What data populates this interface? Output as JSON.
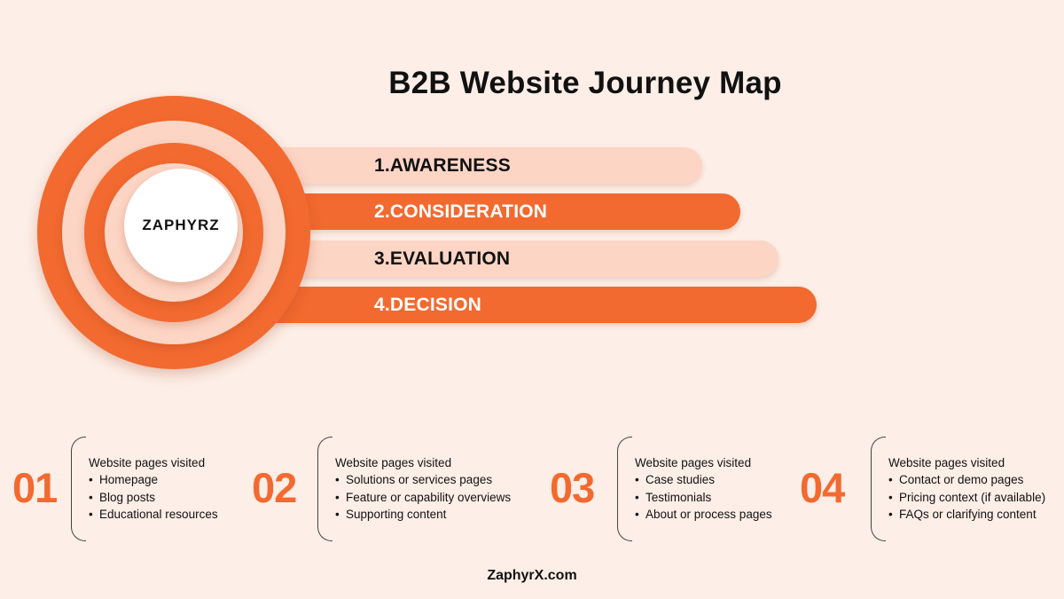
{
  "title": "B2B Website Journey Map",
  "logo": "ZAPHYRZ",
  "stages": [
    {
      "label": "1.AWARENESS"
    },
    {
      "label": "2.CONSIDERATION"
    },
    {
      "label": "3.EVALUATION"
    },
    {
      "label": "4.DECISION"
    }
  ],
  "steps": [
    {
      "number": "01",
      "heading": "Website pages visited",
      "items": [
        "Homepage",
        "Blog posts",
        "Educational resources"
      ]
    },
    {
      "number": "02",
      "heading": "Website pages visited",
      "items": [
        "Solutions or services pages",
        "Feature or capability overviews",
        "Supporting content"
      ]
    },
    {
      "number": "03",
      "heading": "Website pages visited",
      "items": [
        "Case studies",
        "Testimonials",
        "About or process pages"
      ]
    },
    {
      "number": "04",
      "heading": "Website pages visited",
      "items": [
        "Contact or demo pages",
        "Pricing context (if available)",
        "FAQs or clarifying content"
      ]
    }
  ],
  "footer": "ZaphyrX.com",
  "colors": {
    "accent": "#f26a30",
    "light": "#fdd5c5",
    "background": "#fdeee7"
  }
}
